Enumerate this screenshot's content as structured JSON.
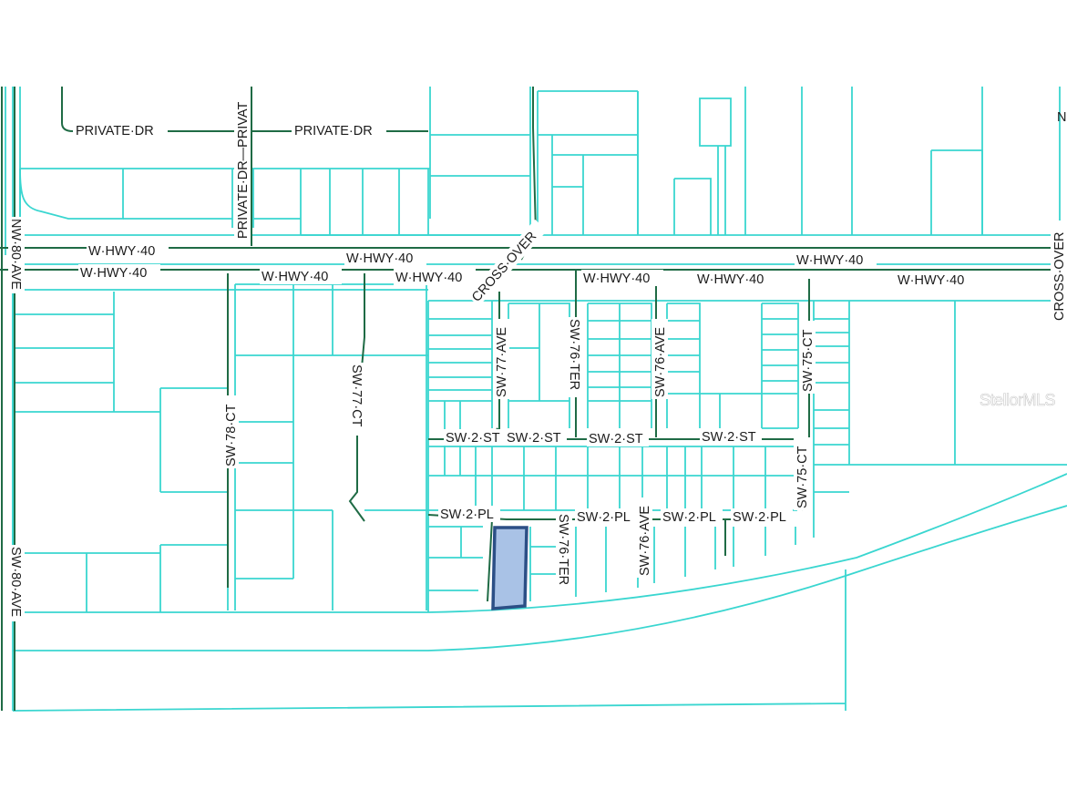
{
  "map": {
    "road_labels": {
      "private_dr_1": "PRIVATE·DR",
      "private_dr_2": "PRIVATE·DR",
      "private_dr_v": "PRIVATE·DR—PRIVAT",
      "n_top": "N",
      "nw_80_ave": "NW·80·AVE",
      "sw_80_ave": "SW·80·AVE",
      "hwy40_n_1": "W·HWY·40",
      "hwy40_n_2": "W·HWY·40",
      "hwy40_n_3": "W·HWY·40",
      "hwy40_s_1": "W·HWY·40",
      "hwy40_s_2": "W·HWY·40",
      "hwy40_s_3": "W·HWY·40",
      "hwy40_s_4": "W·HWY·40",
      "hwy40_s_5": "W·HWY·40",
      "hwy40_s_6": "W·HWY·40",
      "cross_over_1": "CROSS·OVER",
      "cross_over_2": "CROSS·OVER",
      "sw_78_ct": "SW·78·CT",
      "sw_77_ct": "SW·77·CT",
      "sw_77_ave": "SW·77·AVE",
      "sw_76_ter_1": "SW·76·TER",
      "sw_76_ter_2": "SW·76·TER",
      "sw_76_ave_1": "SW·76·AVE",
      "sw_76_ave_2": "SW·76·AVE",
      "sw_75_ct_1": "SW·75·CT",
      "sw_75_ct_2": "SW·75·CT",
      "sw_2_st_1": "SW·2·ST",
      "sw_2_st_2": "SW·2·ST",
      "sw_2_st_3": "SW·2·ST",
      "sw_2_st_4": "SW·2·ST",
      "sw_2_pl_1": "SW·2·PL",
      "sw_2_pl_2": "SW·2·PL",
      "sw_2_pl_3": "SW·2·PL",
      "sw_2_pl_4": "SW·2·PL"
    },
    "watermark": "StellorMLS",
    "colors": {
      "parcel_line": "#3ad6d0",
      "road_line": "#1f6b45",
      "subject_fill": "#a9c2e6",
      "subject_outline": "#2c4f86"
    }
  }
}
